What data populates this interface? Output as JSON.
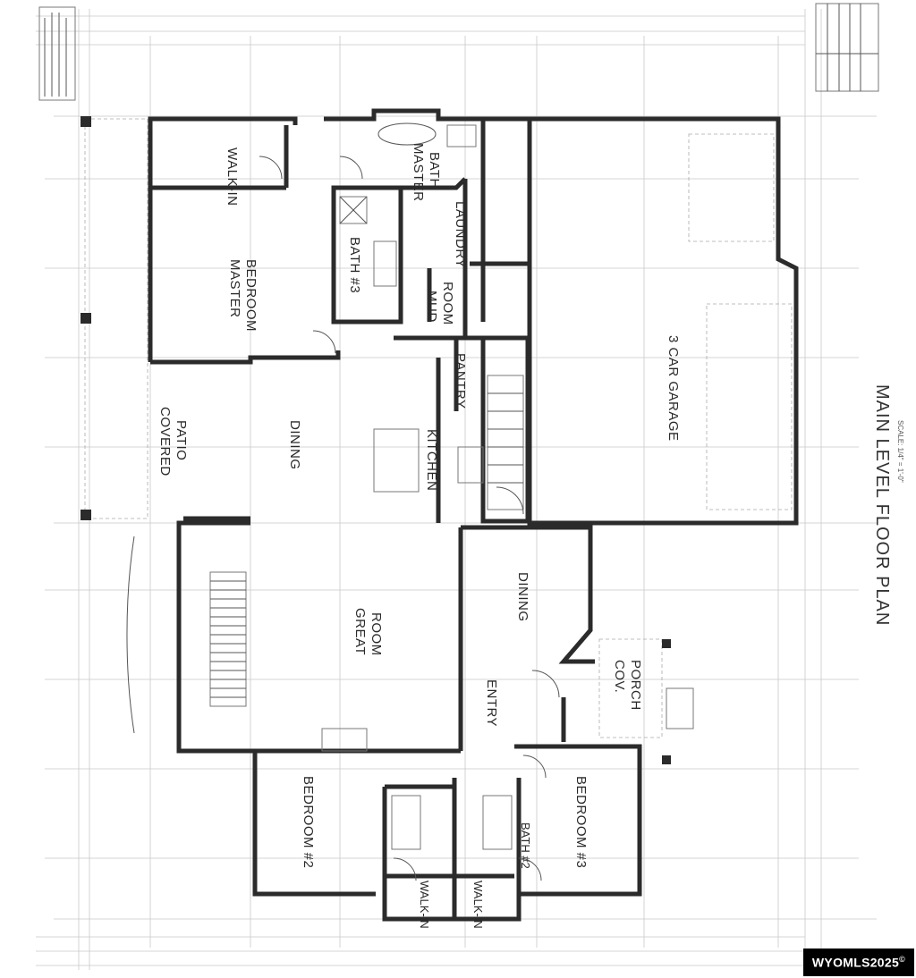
{
  "plan": {
    "title": "MAIN LEVEL FLOOR PLAN",
    "scale": "SCALE: 1/4\" = 1'-0\"",
    "rooms": {
      "walk_in_master": "WALK-IN",
      "master_bedroom_1": "MASTER",
      "master_bedroom_2": "BEDROOM",
      "master_bath_1": "MASTER",
      "master_bath_2": "BATH",
      "bath3": "BATH #3",
      "mud_room_1": "MUD",
      "mud_room_2": "ROOM",
      "laundry": "LAUNDRY",
      "pantry": "PANTRY",
      "kitchen": "KITCHEN",
      "garage": "3 CAR GARAGE",
      "covered_patio_1": "COVERED",
      "covered_patio_2": "PATIO",
      "dining_upper": "DINING",
      "dining_lower": "DINING",
      "great_room_1": "GREAT",
      "great_room_2": "ROOM",
      "entry": "ENTRY",
      "cov_porch_1": "COV.",
      "cov_porch_2": "PORCH",
      "bedroom2": "BEDROOM #2",
      "bedroom3": "BEDROOM #3",
      "bath2": "BATH #2",
      "walk_in_1": "WALK-IN",
      "walk_in_2": "WALK-IN"
    }
  },
  "watermark": {
    "text": "WYOMLS2025",
    "symbol": "©"
  }
}
